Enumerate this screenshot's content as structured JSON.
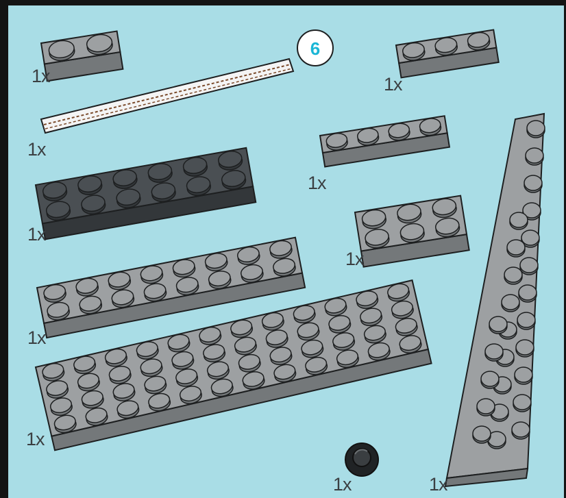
{
  "colors": {
    "background": "#a9dde6",
    "frame": "#141414",
    "plate_light_top": "#9da0a2",
    "plate_light_side": "#74787a",
    "plate_dark_top": "#4a4f53",
    "plate_dark_side": "#33373a",
    "outline": "#1d1f20",
    "step_badge": "#1ab6d6"
  },
  "step": {
    "number": "6"
  },
  "parts": [
    {
      "id": "plate-1x2",
      "color": "light-bluish-gray",
      "quantity": "1x"
    },
    {
      "id": "flex-tube",
      "color": "white",
      "quantity": "1x"
    },
    {
      "id": "plate-1x3",
      "color": "light-bluish-gray",
      "quantity": "1x"
    },
    {
      "id": "plate-1x4",
      "color": "light-bluish-gray",
      "quantity": "1x"
    },
    {
      "id": "plate-2x6",
      "color": "dark-bluish-gray",
      "quantity": "1x"
    },
    {
      "id": "plate-2x3",
      "color": "light-bluish-gray",
      "quantity": "1x"
    },
    {
      "id": "plate-2x8",
      "color": "light-bluish-gray",
      "quantity": "1x"
    },
    {
      "id": "plate-4x12",
      "color": "light-bluish-gray",
      "quantity": "1x"
    },
    {
      "id": "wedge-plate-3x12",
      "color": "light-bluish-gray",
      "quantity": "1x"
    },
    {
      "id": "round-plate-1x1",
      "color": "black",
      "quantity": "1x"
    }
  ]
}
